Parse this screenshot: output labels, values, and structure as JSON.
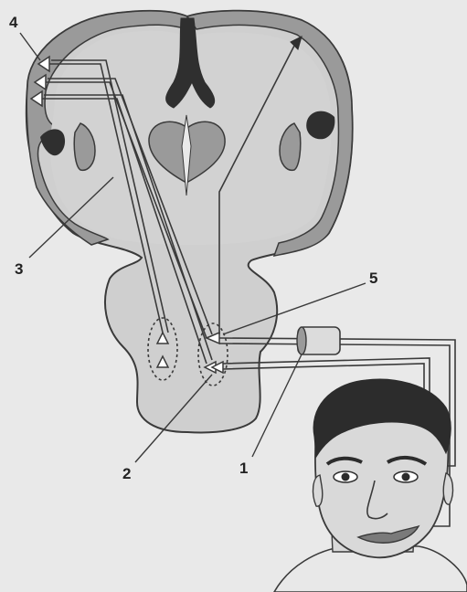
{
  "labels": {
    "l1": "1",
    "l2": "2",
    "l3": "3",
    "l4": "4",
    "l5": "5"
  },
  "colors": {
    "background": "#e9e9e9",
    "brain_fill": "#cfcfcf",
    "cortex_fill": "#9a9a9a",
    "outline": "#3a3a3a",
    "ventricle": "#2f2f2f",
    "tract": "#3a3a3a"
  }
}
